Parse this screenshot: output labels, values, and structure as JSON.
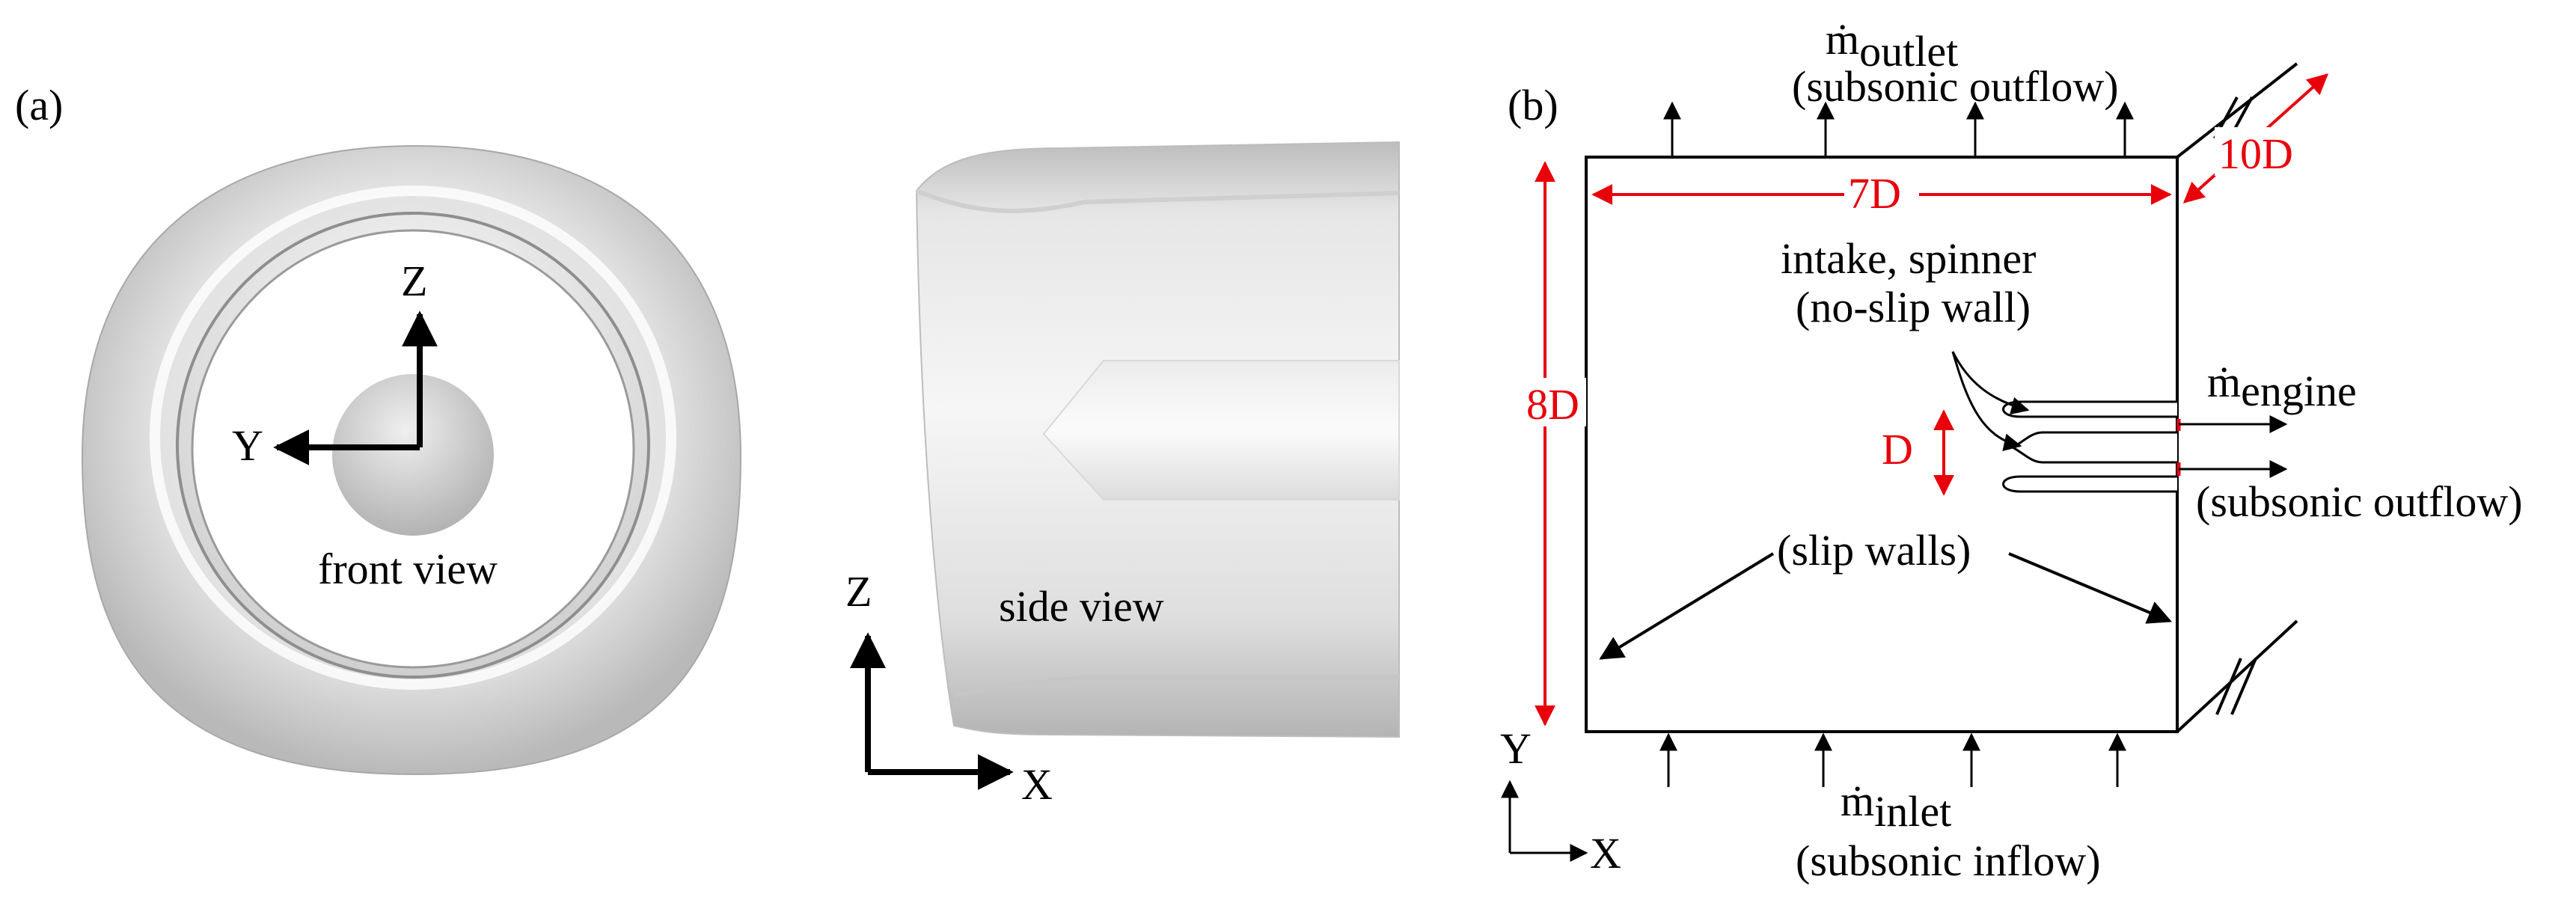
{
  "panel_a": {
    "label": "(a)",
    "front_view": {
      "caption": "front view",
      "axis_z": "Z",
      "axis_y": "Y"
    },
    "side_view": {
      "caption": "side view",
      "axis_z": "Z",
      "axis_x": "X"
    }
  },
  "panel_b": {
    "label": "(b)",
    "outlet": {
      "mdot": "ṁ",
      "sub": "outlet",
      "desc": "(subsonic outflow)"
    },
    "inlet": {
      "mdot": "ṁ",
      "sub": "inlet",
      "desc": "(subsonic inflow)"
    },
    "engine": {
      "mdot": "ṁ",
      "sub": "engine",
      "desc": "(subsonic outflow)"
    },
    "intake_label_1": "intake, spinner",
    "intake_label_2": "(no-slip wall)",
    "slip_walls": "(slip walls)",
    "dim_width": "7D",
    "dim_height": "8D",
    "dim_depth": "10D",
    "dim_diameter": "D",
    "axis_y": "Y",
    "axis_x": "X"
  },
  "colors": {
    "dimension": "#e8000b",
    "line": "#000000",
    "surface": "#c8c8c8"
  }
}
